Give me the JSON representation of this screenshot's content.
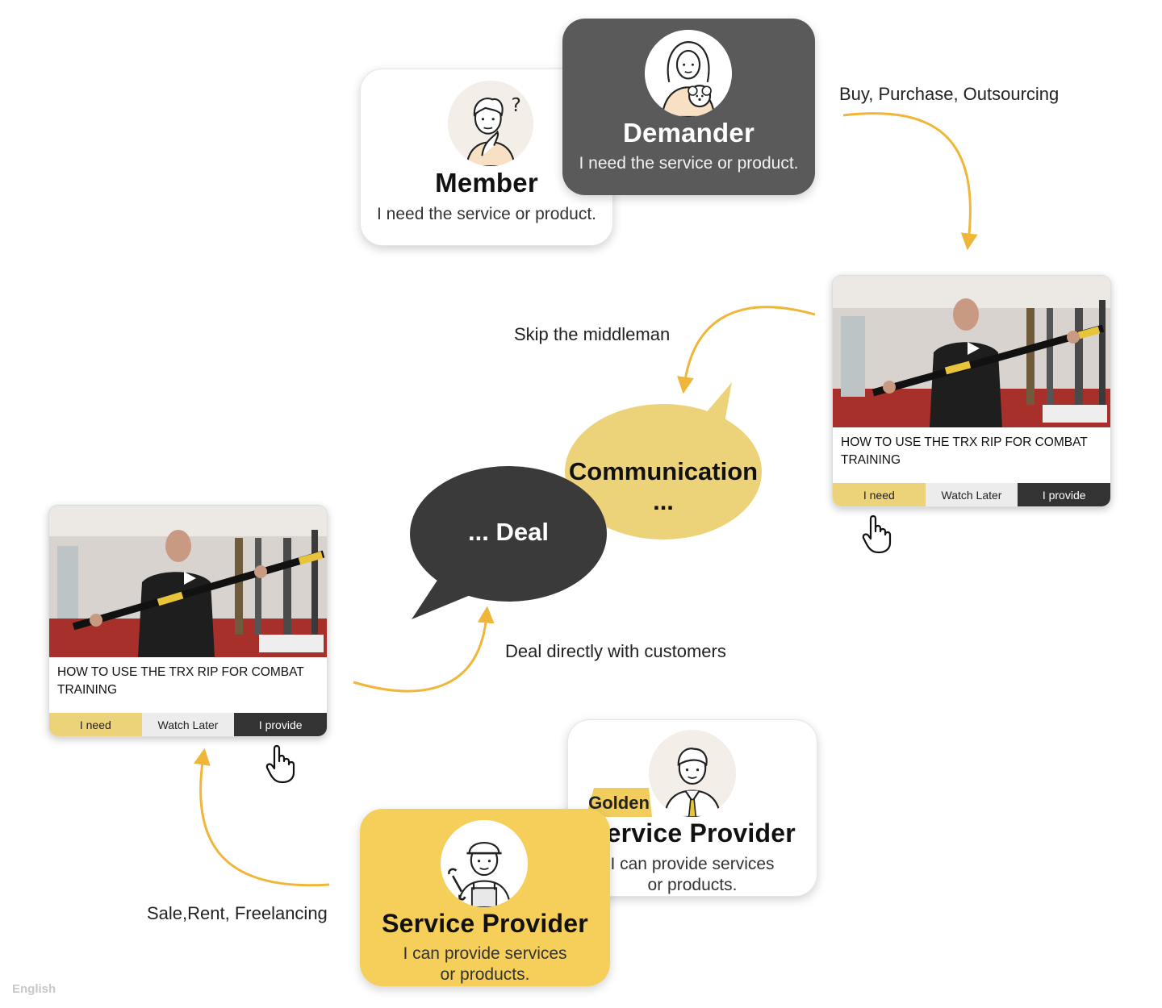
{
  "member": {
    "title": "Member",
    "desc": "I need the service or product."
  },
  "demander": {
    "title": "Demander",
    "desc": "I need the service or product."
  },
  "golden_provider": {
    "badge": "Golden",
    "title": "Service Provider",
    "desc_line1": "I can provide services",
    "desc_line2": "or products."
  },
  "service_provider": {
    "title": "Service Provider",
    "desc_line1": "I can provide services",
    "desc_line2": "or products."
  },
  "labels": {
    "buy": "Buy, Purchase, Outsourcing",
    "skip": "Skip the middleman",
    "deal_direct": "Deal directly with customers",
    "sale": "Sale,Rent, Freelancing"
  },
  "bubbles": {
    "communication": "Communication",
    "communication_dots": "...",
    "deal": "... Deal"
  },
  "video_right": {
    "title": "HOW TO USE THE TRX RIP FOR COMBAT TRAINING",
    "need": "I need",
    "later": "Watch Later",
    "provide": "I provide"
  },
  "video_left": {
    "title": "HOW TO USE THE TRX RIP FOR COMBAT TRAINING",
    "need": "I need",
    "later": "Watch Later",
    "provide": "I provide"
  },
  "footer": {
    "language": "English"
  },
  "colors": {
    "accent": "#f0b63a",
    "yellow_card": "#f5cf5a",
    "dark_card": "#5a5a5a",
    "bubble_yellow": "#ecd37a",
    "bubble_dark": "#3a3a3a"
  },
  "icons": [
    "question-thinking-person-icon",
    "woman-with-dog-icon",
    "businessman-icon",
    "worker-with-wrench-icon",
    "hand-pointer-icon",
    "play-icon"
  ]
}
